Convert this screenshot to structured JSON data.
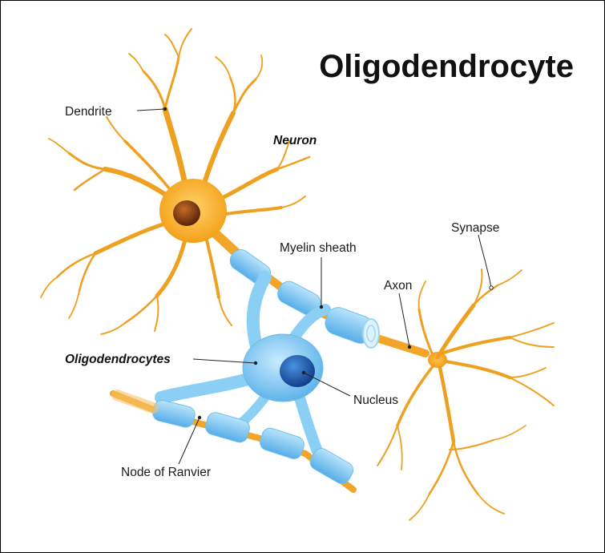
{
  "title": "Oligodendrocyte",
  "labels": {
    "dendrite": "Dendrite",
    "neuron": "Neuron",
    "myelin_sheath": "Myelin sheath",
    "synapse": "Synapse",
    "axon": "Axon",
    "oligodendrocytes": "Oligodendrocytes",
    "nucleus": "Nucleus",
    "node_of_ranvier": "Node of Ranvier"
  },
  "colors": {
    "neuron": "#f5a623",
    "neuron_dark": "#d98a12",
    "nucleus_neuron": "#8a3a0c",
    "myelin": "#7ec8f2",
    "myelin_dark": "#3d9ad8",
    "oligo_nucleus": "#1f5fb8"
  }
}
